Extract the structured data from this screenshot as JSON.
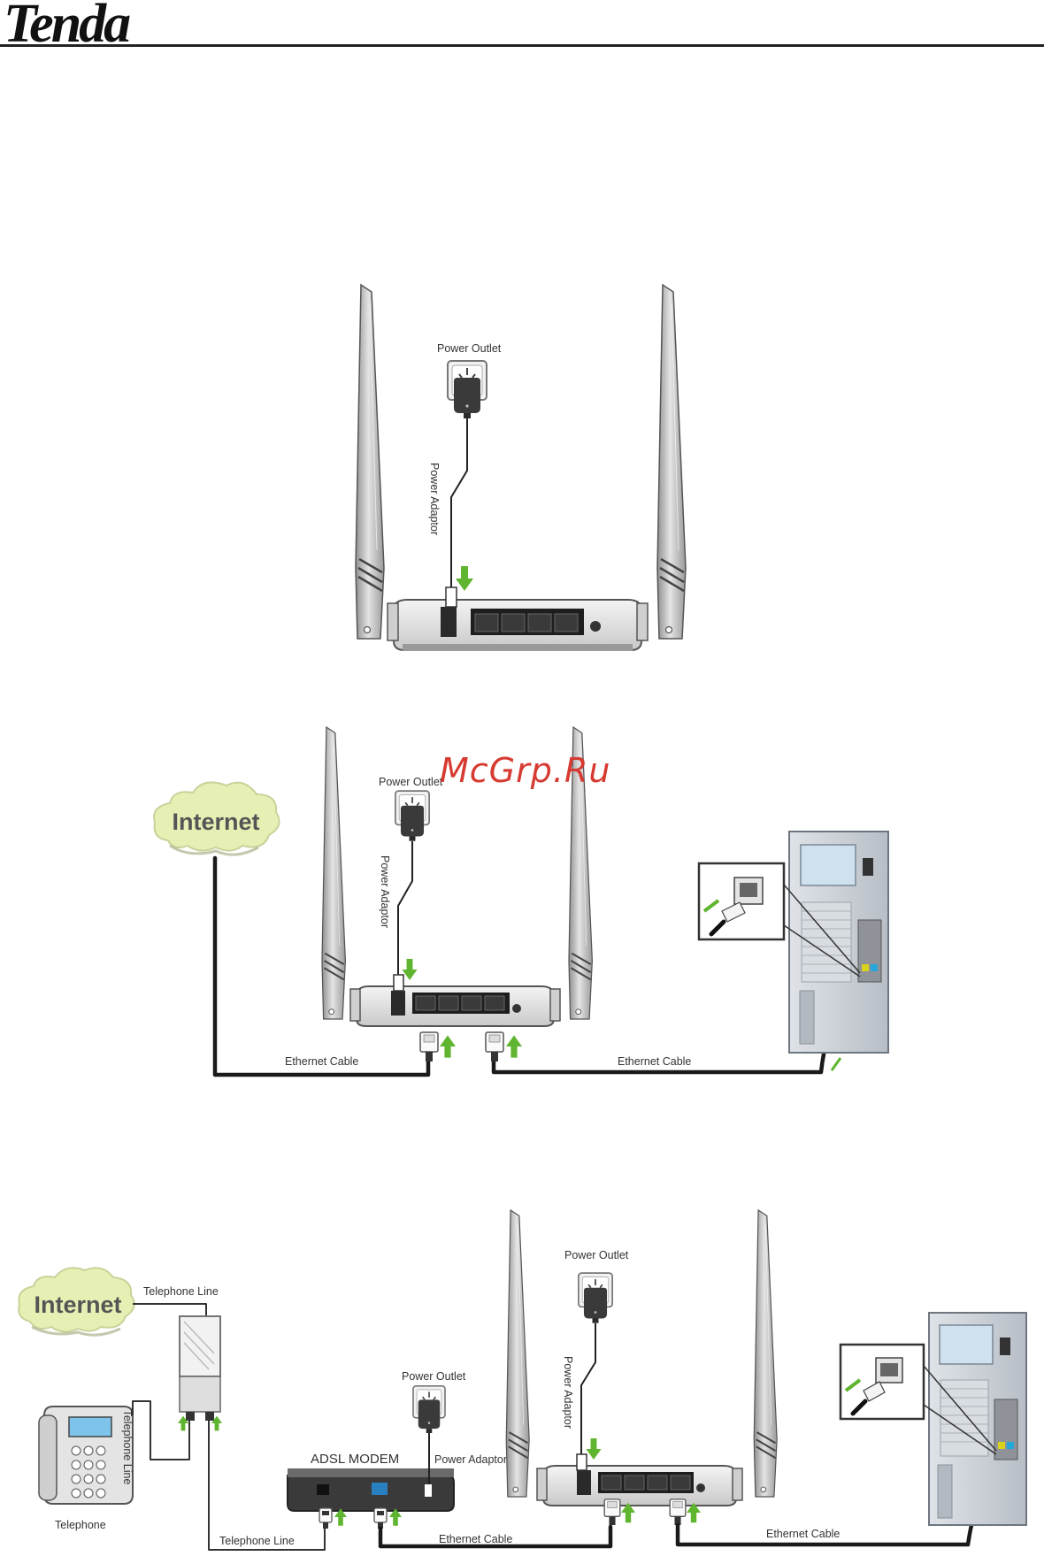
{
  "header": {
    "logo": "Tenda"
  },
  "watermark": "McGrp.Ru",
  "figure1": {
    "power_outlet": "Power Outlet",
    "power_adaptor": "Power Adaptor"
  },
  "figure2": {
    "internet": "Internet",
    "power_outlet": "Power Outlet",
    "power_adaptor": "Power Adaptor",
    "ethernet_cable_left": "Ethernet Cable",
    "ethernet_cable_right": "Ethernet Cable"
  },
  "figure3": {
    "internet": "Internet",
    "telephone_line_top": "Telephone Line",
    "telephone_line_side": "Telephone Line",
    "telephone_line_bottom": "Telephone Line",
    "telephone": "Telephone",
    "adsl_modem": "ADSL MODEM",
    "modem_power_outlet": "Power Outlet",
    "modem_power_adaptor": "Power Adaptor",
    "router_power_outlet": "Power Outlet",
    "router_power_adaptor": "Power Adaptor",
    "ethernet_cable_left": "Ethernet Cable",
    "ethernet_cable_right": "Ethernet Cable"
  },
  "colors": {
    "arrow": "#5fb52f",
    "cloud": "#e7f0b4",
    "cable": "#1a1a1a",
    "watermark": "#d63a30"
  }
}
